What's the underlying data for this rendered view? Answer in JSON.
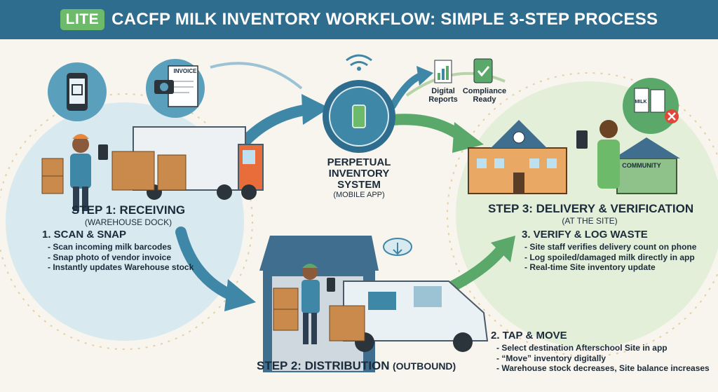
{
  "header": {
    "badge": "LITE",
    "title": "CACFP MILK INVENTORY WORKFLOW: SIMPLE 3-STEP PROCESS"
  },
  "step1": {
    "heading": "STEP 1: RECEIVING",
    "sub": "(WAREHOUSE DOCK)",
    "action": "1. SCAN & SNAP",
    "bullets": [
      "Scan incoming milk barcodes",
      "Snap photo of vendor invoice",
      "Instantly updates Warehouse stock"
    ],
    "invoice_label": "INVOICE"
  },
  "center": {
    "title_line1": "PERPETUAL",
    "title_line2": "INVENTORY",
    "title_line3": "SYSTEM",
    "sub": "(MOBILE APP)",
    "report_label_1": "Digital",
    "report_label_2": "Reports",
    "compliance_label_1": "Compliance",
    "compliance_label_2": "Ready"
  },
  "step3": {
    "heading": "STEP 3: DELIVERY & VERIFICATION",
    "sub": "(AT THE SITE)",
    "action": "3. VERIFY & LOG WASTE",
    "bullets": [
      "Site staff verifies delivery count on phone",
      "Log spoiled/damaged milk directly in app",
      "Real-time Site inventory update"
    ],
    "community_label": "COMMUNITY",
    "milk_label": "MILK"
  },
  "step2": {
    "heading": "STEP 2: DISTRIBUTION",
    "sub": "(OUTBOUND)",
    "action": "2. TAP & MOVE",
    "bullets": [
      "Select destination Afterschool Site in app",
      "“Move” inventory digitally",
      "Warehouse stock decreases, Site balance increases"
    ]
  },
  "colors": {
    "header": "#2e6d8e",
    "badge": "#6dbb6a",
    "arrow_blue": "#3f87a6",
    "arrow_green": "#5aa86a"
  }
}
